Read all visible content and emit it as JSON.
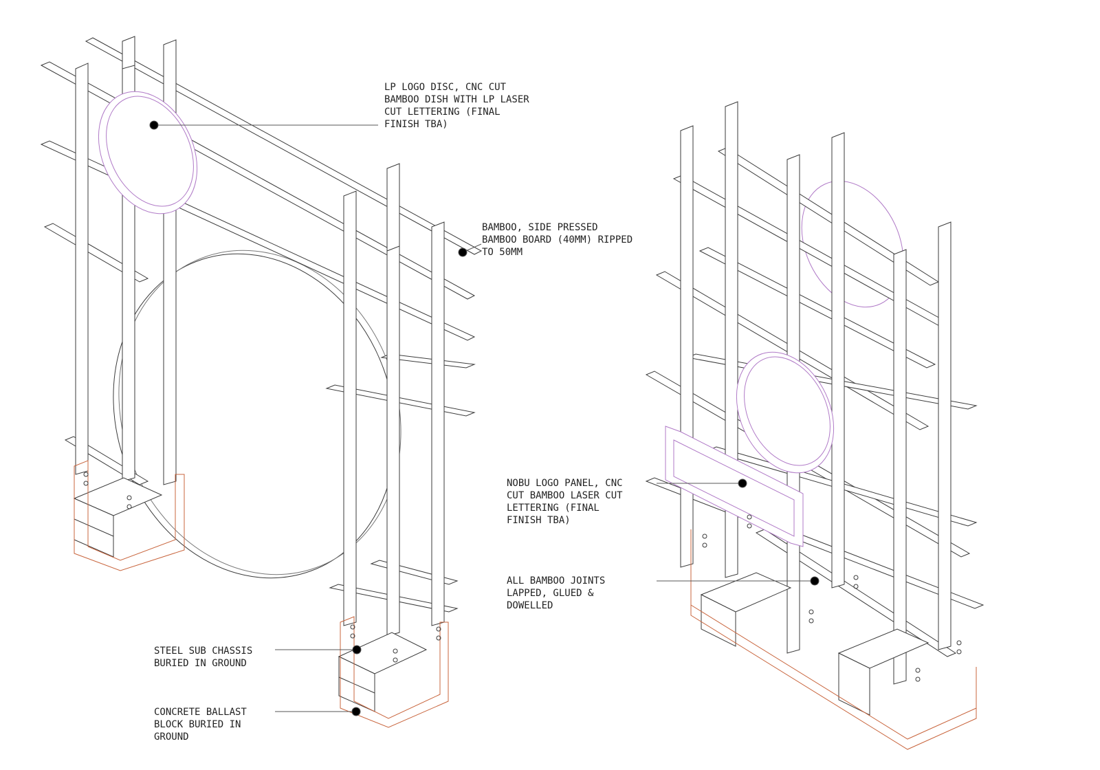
{
  "colors": {
    "linework": "#3a3a3a",
    "disc_outline": "#b07ac7",
    "steel": "#c8643c",
    "background": "#ffffff"
  },
  "annotations": {
    "lp_logo_disc": "LP LOGO DISC, CNC CUT\nBAMBOO DISH WITH LP LASER\nCUT LETTERING (FINAL\nFINISH TBA)",
    "bamboo_board": "BAMBOO, SIDE PRESSED\nBAMBOO BOARD (40MM) RIPPED\nTO 50MM",
    "nobu_logo_panel": "NOBU LOGO PANEL, CNC\nCUT BAMBOO LASER CUT\nLETTERING (FINAL\nFINISH TBA)",
    "bamboo_joints": "ALL BAMBOO JOINTS\nLAPPED, GLUED &\nDOWELLED",
    "steel_sub_chassis": "STEEL SUB CHASSIS\nBURIED IN GROUND",
    "concrete_ballast": "CONCRETE BALLAST\nBLOCK BURIED IN\nGROUND"
  }
}
